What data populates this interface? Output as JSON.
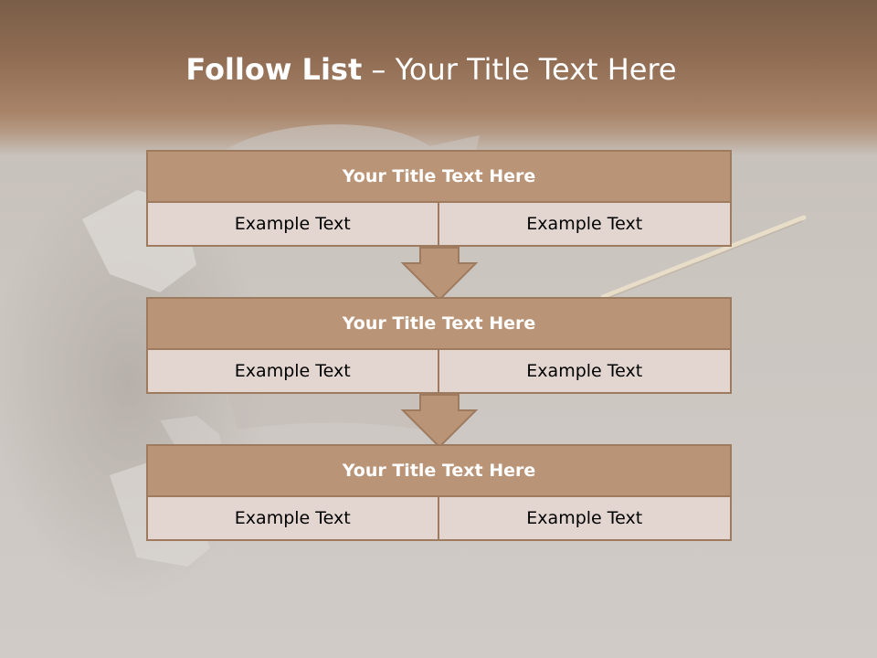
{
  "slide": {
    "title_bold": "Follow List",
    "title_rest": " – Your Title Text Here"
  },
  "blocks": [
    {
      "title": "Your Title Text Here",
      "left": "Example Text",
      "right": "Example Text"
    },
    {
      "title": "Your Title Text Here",
      "left": "Example Text",
      "right": "Example Text"
    },
    {
      "title": "Your Title Text Here",
      "left": "Example Text",
      "right": "Example Text"
    }
  ],
  "colors": {
    "header_brown": "#8e6b52",
    "box_title_fill": "#b99477",
    "box_border": "#9e7a5f",
    "box_cell_fill": "#e3d6d0",
    "arrow_fill": "#b99477",
    "background": "#cbc5c0"
  }
}
